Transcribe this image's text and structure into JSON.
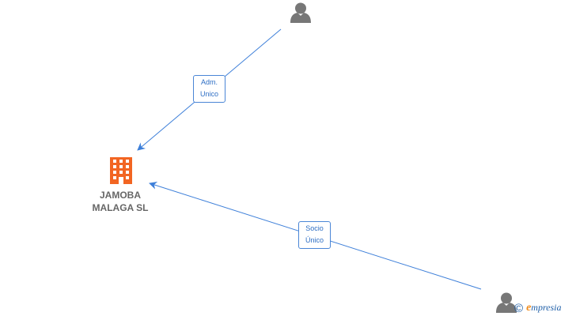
{
  "company": {
    "name_line1": "JAMOBA",
    "name_line2": "MALAGA  SL",
    "icon": "building-icon",
    "color": "#f26522"
  },
  "persons": [
    {
      "icon": "person-icon",
      "color": "#777777"
    },
    {
      "icon": "person-icon",
      "color": "#777777"
    }
  ],
  "relations": [
    {
      "label_line1": "Adm.",
      "label_line2": "Unico"
    },
    {
      "label_line1": "Socio",
      "label_line2": "Único"
    }
  ],
  "edge_color": "#3d7fd9",
  "watermark": {
    "copyright": "©",
    "brand_initial": "e",
    "brand_rest": "mpresia"
  }
}
